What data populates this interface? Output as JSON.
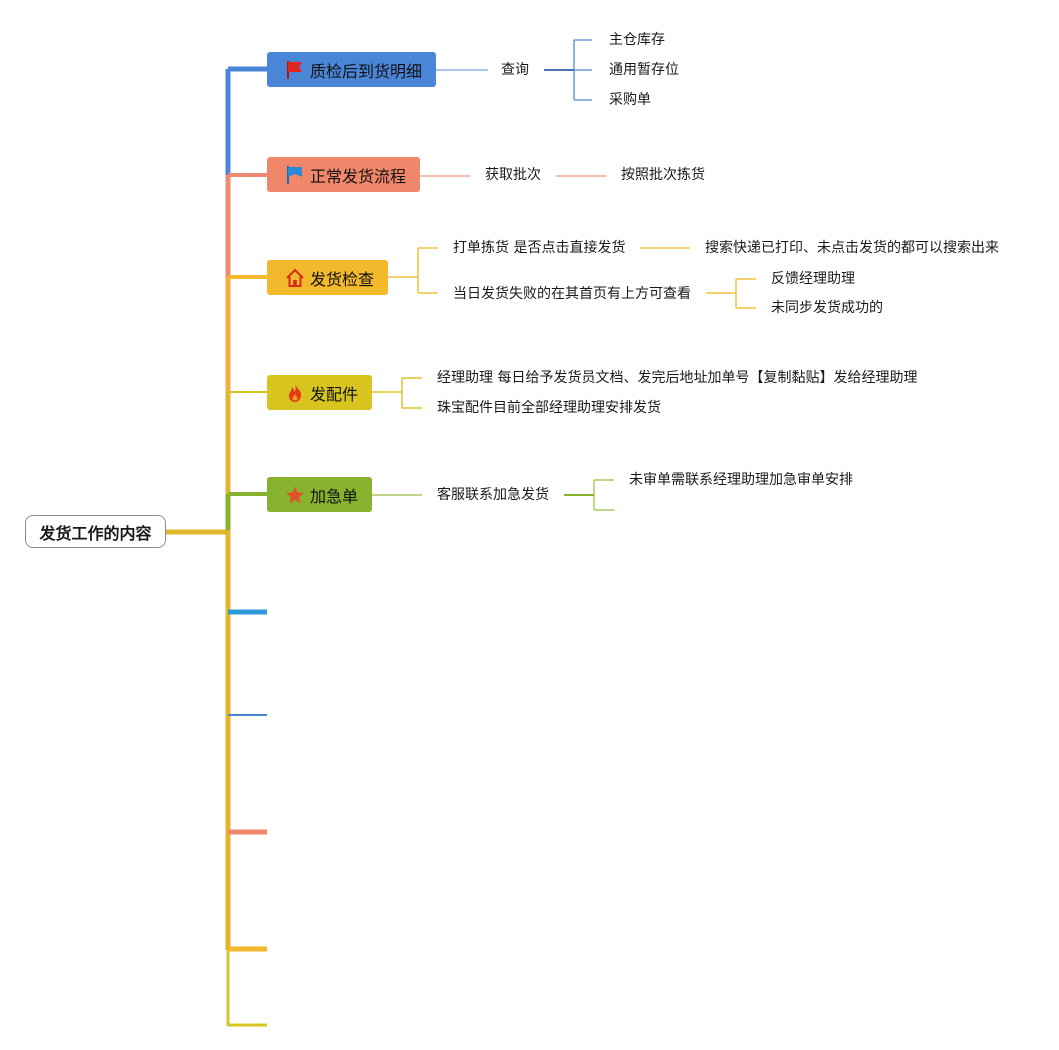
{
  "root": {
    "label": "发货工作的内容"
  },
  "topics": [
    {
      "label": "质检后到货明细",
      "color": "#4a85d8",
      "icon": "red-flag-icon",
      "children": [
        {
          "label": "查询",
          "children": [
            "主仓库存",
            "通用暂存位",
            "采购单"
          ]
        }
      ]
    },
    {
      "label": "正常发货流程",
      "color": "#f0876a",
      "icon": "blue-flag-icon",
      "children": [
        {
          "label": "获取批次",
          "children": [
            "按照批次拣货"
          ]
        }
      ]
    },
    {
      "label": "发货检查",
      "color": "#f2b92d",
      "icon": "house-icon",
      "children": [
        {
          "label": "打单拣货 是否点击直接发货",
          "children": [
            "搜索快递已打印、未点击发货的都可以搜索出来"
          ]
        },
        {
          "label": "当日发货失败的在其首页有上方可查看",
          "children": [
            "反馈经理助理",
            "未同步发货成功的"
          ]
        }
      ]
    },
    {
      "label": "发配件",
      "color": "#d8c41e",
      "icon": "fire-icon",
      "children": [
        {
          "label": "经理助理 每日给予发货员文档、发完后地址加单号【复制黏贴】发给经理助理",
          "children": []
        },
        {
          "label": "珠宝配件目前全部经理助理安排发货",
          "children": []
        }
      ]
    },
    {
      "label": "加急单",
      "color": "#86b22e",
      "icon": "star-icon",
      "children": [
        {
          "label": "客服联系加急发货",
          "children": [
            "未审单需联系经理助理加急审单安排",
            ""
          ]
        }
      ]
    }
  ],
  "empty_branches": [
    {
      "color": "#2e9ad8"
    },
    {
      "color": "#4a85d8"
    },
    {
      "color": "#f0876a"
    },
    {
      "color": "#f2b92d"
    },
    {
      "color": "#d8c41e"
    }
  ]
}
